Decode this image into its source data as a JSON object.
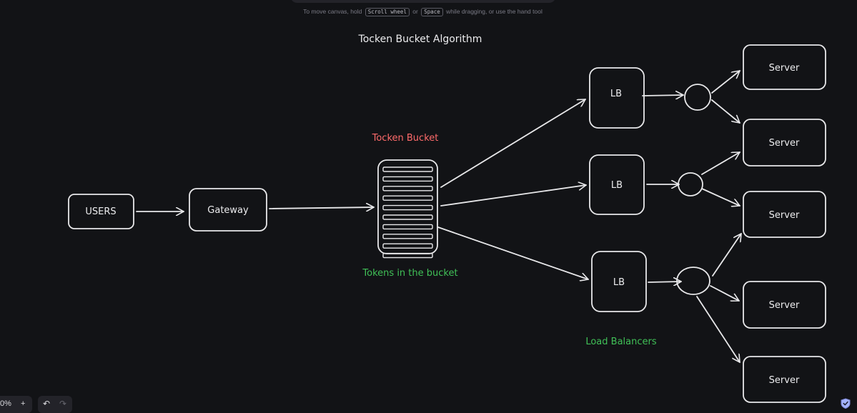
{
  "hint": {
    "before": "To move canvas, hold",
    "key1": "Scroll wheel",
    "or": "or",
    "key2": "Space",
    "after": "while dragging, or use the hand tool"
  },
  "diagram": {
    "title": "Tocken Bucket Algorithm",
    "bucket_label": "Tocken Bucket",
    "tokens_label": "Tokens in the bucket",
    "lb_group_label": "Load Balancers",
    "users_label": "USERS",
    "gateway_label": "Gateway",
    "lb1_label": "LB",
    "lb2_label": "LB",
    "lb3_label": "LB",
    "server1_label": "Server",
    "server2_label": "Server",
    "server3_label": "Server",
    "server4_label": "Server",
    "server5_label": "Server",
    "token_count": 10
  },
  "zoom": {
    "value": "0%",
    "plus": "+"
  },
  "history": {
    "undo": "↶",
    "redo": "↷"
  },
  "colors": {
    "background": "#121316",
    "stroke": "#e8e8ea",
    "bucket_label": "#ff6b6b",
    "green_label": "#40c057"
  }
}
